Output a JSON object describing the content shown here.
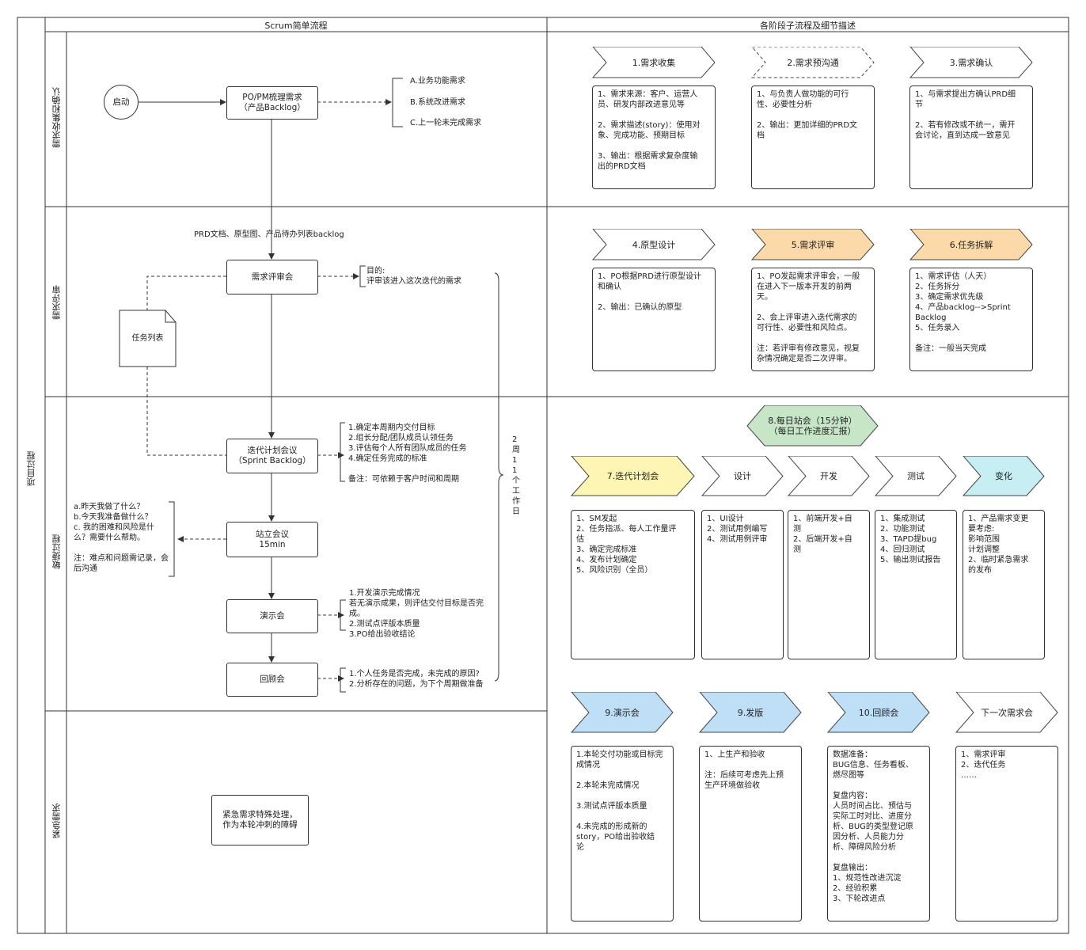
{
  "headers": {
    "left_title": "Scrum简单流程",
    "right_title": "各阶段子流程及细节描述",
    "outer_lane": "项目过程",
    "lanes": [
      "需求收集和确认",
      "需求评审",
      "敏捷过程",
      "紧急需求"
    ]
  },
  "flow": {
    "start": "启动",
    "po_box": "PO/PM梳理需求\n（产品Backlog）",
    "sources": [
      "A.业务功能需求",
      "B.系统改进需求",
      "C.上一轮未完成需求"
    ],
    "prd_label": "PRD文档、原型图、产品待办列表backlog",
    "review_box": "需求评审会",
    "review_note": "目的:\n评审该进入这次迭代的需求",
    "task_list": "任务列表",
    "sprint_box": "迭代计划会议\n（Sprint Backlog）",
    "sprint_note": "1.确定本周期内交付目标\n2.组长分配/团队成员认领任务\n3.评估每个人所有团队成员的任务\n4.确定任务完成的标准\n\n备注：可依赖于客户时间和周期",
    "period": "2\n周\n1\n1\n个\n工\n作\n日",
    "standup_box": "站立会议\n15min",
    "standup_note": "a.昨天我做了什么？\nb.今天我准备做什么？\nc. 我的困难和风险是什\n么？需要什么帮助。\n\n注：难点和问题需记录，会\n后沟通",
    "demo_box": "演示会",
    "demo_note": "1.开发演示完成情况\n若无演示成果，则评估交付目标是否完\n成。\n2.测试点评版本质量\n3.PO给出验收结论",
    "retro_box": "回顾会",
    "retro_note": "1.个人任务是否完成，未完成的原因?\n2.分析存在的问题，为下个周期做准备",
    "urgent_box": "紧急需求特殊处理，\n作为本轮冲刺的障碍"
  },
  "stages": {
    "s1": {
      "title": "1.需求收集",
      "body": "1、需求来源：客户、运营人\n员、研发内部改进意见等\n\n2、需求描述(story)：使用对\n象、完成功能、预期目标\n\n3、输出：根据需求复杂度输\n出的PRD文档"
    },
    "s2": {
      "title": "2.需求预沟通",
      "body": "1、与负责人做功能的可行\n性、必要性分析\n\n2、输出：更加详细的PRD文\n档"
    },
    "s3": {
      "title": "3.需求确认",
      "body": "1、与需求提出方确认PRD细\n节\n\n2、若有修改或不统一，需开\n会讨论，直到达成一致意见"
    },
    "s4": {
      "title": "4.原型设计",
      "body": "1、PO根据PRD进行原型设计\n和确认\n\n2、输出：已确认的原型"
    },
    "s5": {
      "title": "5.需求评审",
      "body": "1、PO发起需求评审会，一般\n在进入下一版本开发的前两\n天。\n\n2、会上评审进入迭代需求的\n可行性、必要性和风险点。\n\n注：若评审有修改意见，视复\n杂情况确定是否二次评审。"
    },
    "s6": {
      "title": "6.任务拆解",
      "body": "1、需求评估（人天）\n2、任务拆分\n3、确定需求优先级\n4、产品backlog-->Sprint\nBacklog\n5、任务录入\n\n备注：一般当天完成"
    },
    "s7": {
      "title": "7.迭代计划会",
      "body": "1、SM发起\n2、任务指派、每人工作量评\n估\n3、确定完成标准\n4、发布计划确定\n5、风险识别（全员）"
    },
    "s8": {
      "title": "8.每日站会（15分钟）\n（每日工作进度汇报）"
    },
    "design": {
      "title": "设计",
      "body": "1、UI设计\n2、测试用例编写\n4、测试用例评审"
    },
    "dev": {
      "title": "开发",
      "body": "1、前端开发+自\n测\n2、后端开发+自\n测"
    },
    "test": {
      "title": "测试",
      "body": "1、集成测试\n2、功能测试\n3、TAPD提bug\n4、回归测试\n5、输出测试报告"
    },
    "change": {
      "title": "变化",
      "body": "1、产品需求变更\n要考虑:\n影响范围\n计划调整\n2、临时紧急需求\n的发布"
    },
    "s9a": {
      "title": "9.演示会",
      "body": "1.本轮交付功能或目标完\n成情况\n\n2.本轮未完成情况\n\n3.测试点评版本质量\n\n4.未完成的形成新的\nstory，PO给出验收结\n论"
    },
    "s9b": {
      "title": "9.发版",
      "body": "1、上生产和验收\n\n注：后续可考虑先上预\n生产环境做验收"
    },
    "s10": {
      "title": "10.回顾会",
      "body": "数据准备：\nBUG信息、任务看板、\n燃尽图等\n\n复盘内容：\n人员时间占比、预估与\n实际工时对比、进度分\n析、BUG的类型登记原\n因分析、人员能力分\n析、障碍风险分析\n\n复盘输出：\n1、规范性改进沉淀\n2、经验积累\n3、下轮改进点"
    },
    "next": {
      "title": "下一次需求会",
      "body": "1、需求评审\n2、迭代任务\n……"
    }
  },
  "colors": {
    "orange": "#fcd9a8",
    "yellow": "#fdf5b4",
    "green": "#c7e6c7",
    "blue": "#bfdff7",
    "cyan": "#c6eef3",
    "white": "#ffffff"
  }
}
